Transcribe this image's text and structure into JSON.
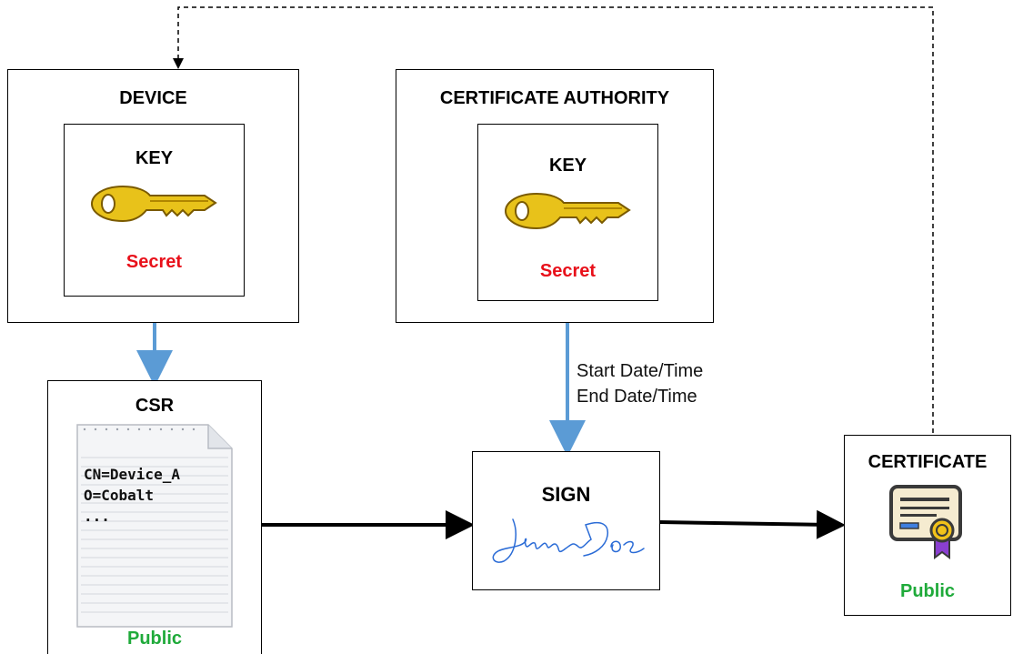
{
  "device": {
    "title": "DEVICE",
    "key_title": "KEY",
    "key_label": "Secret"
  },
  "ca": {
    "title": "CERTIFICATE AUTHORITY",
    "key_title": "KEY",
    "key_label": "Secret"
  },
  "csr": {
    "title": "CSR",
    "lines": [
      "CN=Device_A",
      "O=Cobalt",
      "..."
    ],
    "label": "Public"
  },
  "sign": {
    "title": "SIGN",
    "signature": "James Doe"
  },
  "validity": {
    "start": "Start Date/Time",
    "end": "End Date/Time"
  },
  "certificate": {
    "title": "CERTIFICATE",
    "label": "Public"
  },
  "colors": {
    "secret": "#e8101a",
    "public": "#1faa3a",
    "arrow_blue": "#5b9bd5",
    "key_gold": "#e8c21a"
  }
}
